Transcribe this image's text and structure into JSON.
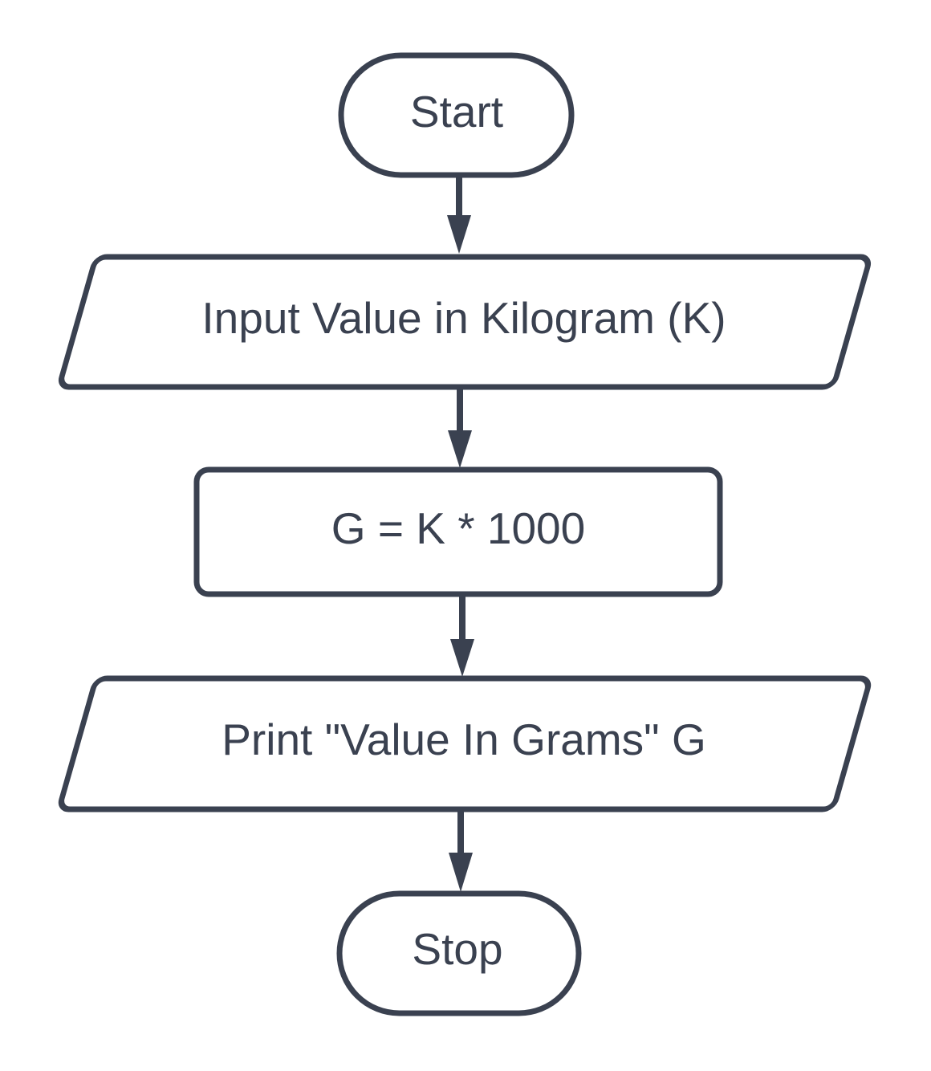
{
  "diagram": {
    "type": "flowchart",
    "background": "#ffffff",
    "stroke_color": "#3A4150",
    "shape_fill": "#ffffff",
    "text_color": "#3A4150",
    "nodes": [
      {
        "id": "start",
        "shape": "terminator",
        "label": "Start"
      },
      {
        "id": "input",
        "shape": "parallelogram",
        "label": "Input Value in Kilogram (K)"
      },
      {
        "id": "process",
        "shape": "rectangle",
        "label": "G = K * 1000"
      },
      {
        "id": "output",
        "shape": "parallelogram",
        "label": "Print \"Value In Grams\" G"
      },
      {
        "id": "stop",
        "shape": "terminator",
        "label": "Stop"
      }
    ],
    "edges": [
      {
        "from": "start",
        "to": "input"
      },
      {
        "from": "input",
        "to": "process"
      },
      {
        "from": "process",
        "to": "output"
      },
      {
        "from": "output",
        "to": "stop"
      }
    ]
  }
}
